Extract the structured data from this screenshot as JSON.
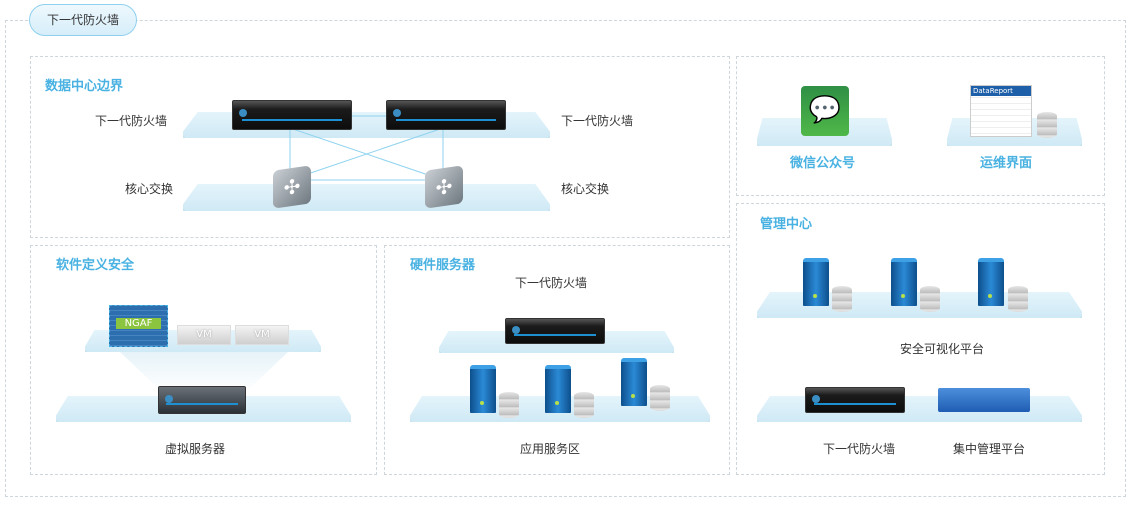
{
  "tab_label": "下一代防火墙",
  "datacenter": {
    "title": "数据中心边界",
    "fw_left": "下一代防火墙",
    "fw_right": "下一代防火墙",
    "sw_left": "核心交换",
    "sw_right": "核心交换"
  },
  "apps": {
    "wechat": "微信公众号",
    "ops": "运维界面",
    "report_header": "DataReport"
  },
  "sds": {
    "title": "软件定义安全",
    "ngaf": "NGAF",
    "vm1": "VM",
    "vm2": "VM",
    "server": "虚拟服务器"
  },
  "hw": {
    "title": "硬件服务器",
    "fw": "下一代防火墙",
    "zone": "应用服务区"
  },
  "mgmt": {
    "title": "管理中心",
    "visual": "安全可视化平台",
    "fw": "下一代防火墙",
    "central": "集中管理平台"
  }
}
